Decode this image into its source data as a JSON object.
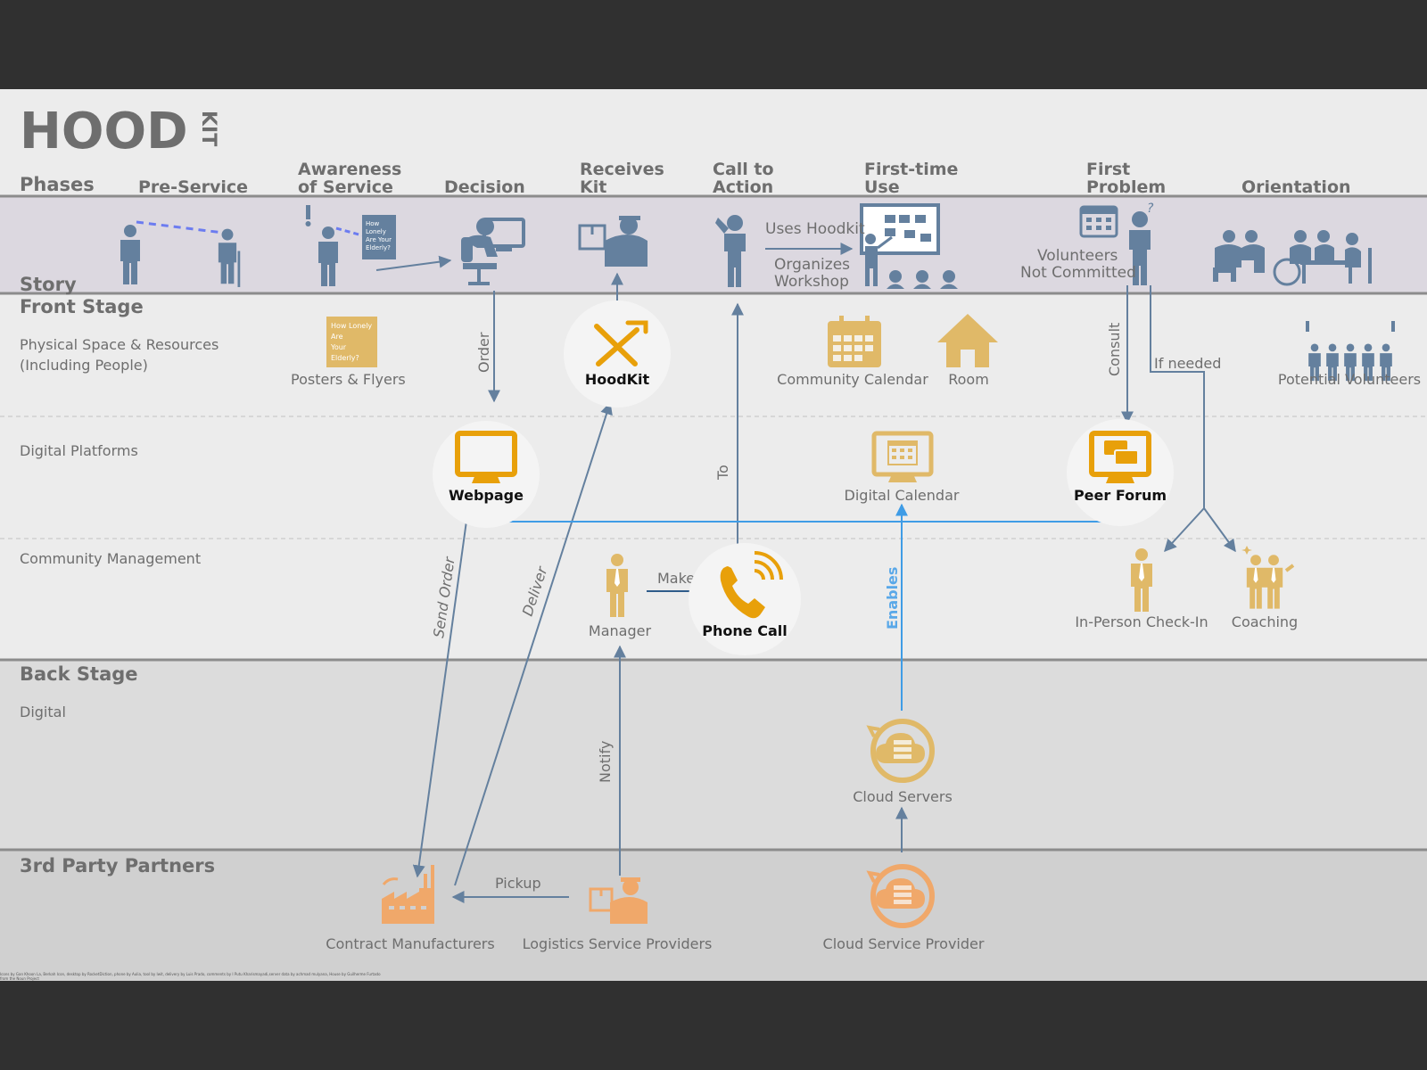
{
  "brand": {
    "logo": "HOOD",
    "logo_kit": "KIT"
  },
  "header": {
    "phases_label": "Phases",
    "phases": [
      {
        "line1": "Pre-Service",
        "line2": ""
      },
      {
        "line1": "Awareness",
        "line2": "of Service"
      },
      {
        "line1": "Decision",
        "line2": ""
      },
      {
        "line1": "Receives",
        "line2": "Kit"
      },
      {
        "line1": "Call to",
        "line2": "Action"
      },
      {
        "line1": "First-time",
        "line2": "Use"
      },
      {
        "line1": "First",
        "line2": "Problem"
      },
      {
        "line1": "Orientation",
        "line2": ""
      }
    ]
  },
  "lanes": {
    "story": "Story",
    "front_stage": "Front Stage",
    "physical_l1": "Physical Space & Resources",
    "physical_l2": "(Including People)",
    "digital_platforms": "Digital Platforms",
    "community_management": "Community Management",
    "back_stage": "Back Stage",
    "digital": "Digital",
    "third_party": "3rd Party Partners"
  },
  "story": {
    "poster_lines": [
      "How",
      "Lonely",
      "Are Your",
      "Elderly?"
    ],
    "uses_hoodkit": "Uses Hoodkit",
    "organizes_l1": "Organizes",
    "organizes_l2": "Workshop",
    "volunteers_l1": "Volunteers",
    "volunteers_l2": "Not Committed"
  },
  "nodes": {
    "posters_lines": [
      "How Lonely",
      "Are",
      "Your",
      "Elderly?"
    ],
    "posters": "Posters & Flyers",
    "hoodkit": "HoodKit",
    "community_calendar": "Community Calendar",
    "room": "Room",
    "potential_volunteers": "Potential Volunteers",
    "webpage": "Webpage",
    "digital_calendar": "Digital Calendar",
    "peer_forum": "Peer Forum",
    "manager": "Manager",
    "phone_call": "Phone Call",
    "in_person": "In-Person Check-In",
    "coaching": "Coaching",
    "cloud_servers": "Cloud Servers",
    "contract_manufacturers": "Contract Manufacturers",
    "logistics": "Logistics Service Providers",
    "cloud_provider": "Cloud Service Provider"
  },
  "edges": {
    "order": "Order",
    "to": "To",
    "consult": "Consult",
    "if_needed": "If needed",
    "send_order": "Send Order",
    "deliver": "Deliver",
    "make": "Make",
    "enables": "Enables",
    "notify": "Notify",
    "pickup": "Pickup"
  },
  "credits": {
    "line1": "Icons by Gan Khoon La, Berkah Icon, desktop by RocketDiction, phone by Aulia, tool by Iwit, delivery by Luis Prado, comments by I Putu Kharismayadi,server data by achmad mulyana, House by Guilherme Furtado",
    "line2": "from the Noun Project"
  },
  "colors": {
    "background": "#303030",
    "canvas": "#ececec",
    "story_band": "#dcd8e0",
    "back_stage": "#dcdcdc",
    "third_party": "#d0d0d0",
    "slate_blue": "#64809e",
    "gold": "#e0b968",
    "orange": "#e8a00a",
    "peach": "#f0a86a",
    "bright_blue": "#3f9ce6",
    "text_gray": "#6e6e6e"
  },
  "icons": [
    "person-icon",
    "elderly-icon",
    "poster-icon",
    "desk-user-icon",
    "delivery-person-icon",
    "thinking-person-icon",
    "workshop-board-icon",
    "calendar-icon",
    "group-table-icon",
    "tools-icon",
    "house-icon",
    "volunteers-icon",
    "monitor-icon",
    "forum-icon",
    "manager-icon",
    "phone-icon",
    "coaching-icon",
    "cloud-server-icon",
    "factory-icon"
  ]
}
